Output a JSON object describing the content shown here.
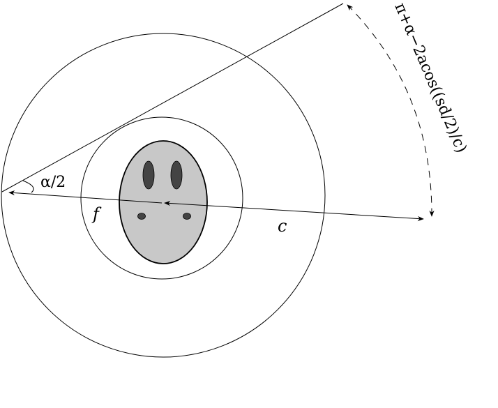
{
  "labels": {
    "half_angle": "α/2",
    "inner_distance": "f",
    "outer_distance": "c",
    "arc_angle": "π+α−2acos((sd/2)/c)"
  },
  "colors": {
    "head_fill": "#c8c8c8",
    "feature_fill": "#444444",
    "stroke": "#000000"
  }
}
